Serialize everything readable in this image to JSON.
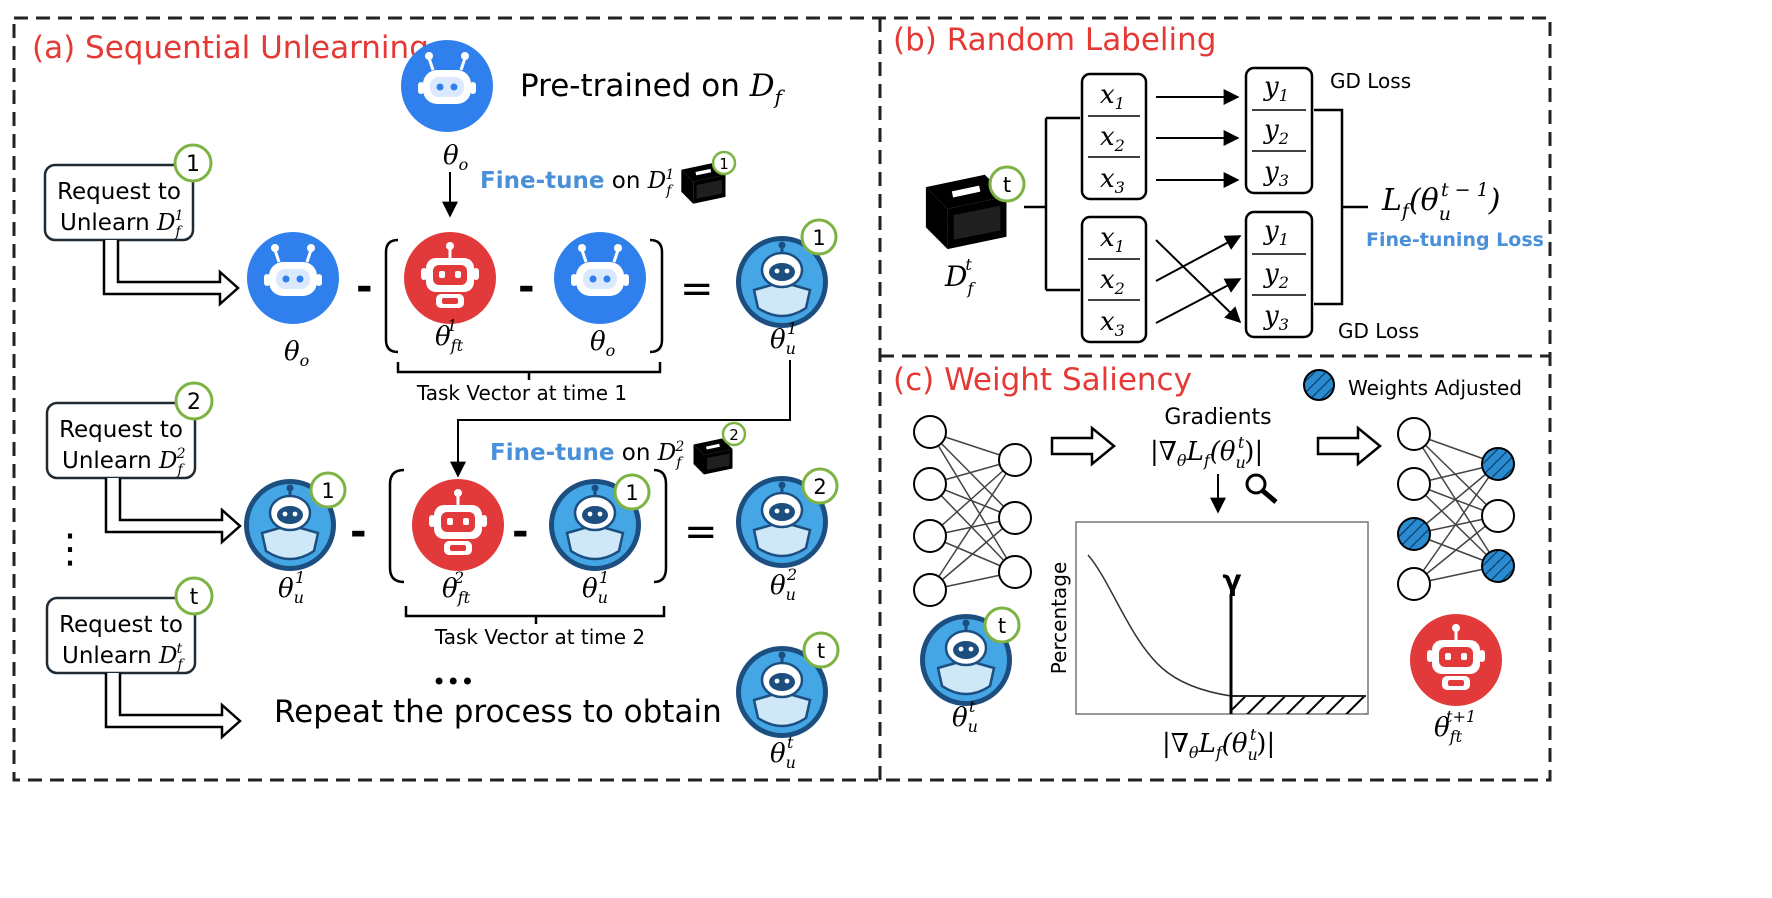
{
  "colors": {
    "title_red": "#e53935",
    "highlight_blue": "#4a90d9",
    "badge_green": "#7cb342",
    "robot_blue": "#2f80ed",
    "robot_red": "#e23a3a",
    "hatch_blue": "#2a8bd1"
  },
  "panel_a": {
    "title": "(a) Sequential Unlearning",
    "pretrained": "Pre-trained on ",
    "pretrained_sym": "D",
    "pretrained_sub": "f",
    "theta_o": "θ",
    "theta_o_sub": "o",
    "finetune_word": "Fine-tune",
    "on_word": " on ",
    "requests": [
      {
        "line1": "Request to",
        "line2": "Unlearn ",
        "sym": "D",
        "sub": "f",
        "sup": "1",
        "badge": "1"
      },
      {
        "line1": "Request to",
        "line2": "Unlearn ",
        "sym": "D",
        "sub": "f",
        "sup": "2",
        "badge": "2"
      },
      {
        "line1": "Request to",
        "line2": "Unlearn ",
        "sym": "D",
        "sub": "f",
        "sup": "t",
        "badge": "t"
      }
    ],
    "task_vec_1": "Task Vector at time 1",
    "task_vec_2": "Task Vector at time 2",
    "repeat": "Repeat the process to obtain",
    "dots": "•••",
    "vdots": "⋮",
    "ops": {
      "minus": "-",
      "equals": "="
    },
    "labels": {
      "ft": "ft",
      "u": "u",
      "o": "o",
      "badge1": "1",
      "badge2": "2",
      "badget": "t"
    }
  },
  "panel_b": {
    "title": "(b) Random Labeling",
    "xs": [
      "x",
      "x",
      "x"
    ],
    "ys": [
      "y",
      "y",
      "y"
    ],
    "subs": [
      "1",
      "2",
      "3"
    ],
    "gd_loss": "GD Loss",
    "loss_main": "L",
    "loss_sub": "f",
    "loss_arg": "(θ",
    "loss_arg_sub": "u",
    "loss_arg_sup": "t − 1",
    "loss_close": ")",
    "finetuning_loss": "Fine-tuning Loss",
    "book_badge": "t",
    "dataset": "D",
    "dataset_sub": "f",
    "dataset_sup": "t"
  },
  "panel_c": {
    "title": "(c) Weight Saliency",
    "weights_adjusted": "Weights Adjusted",
    "gradients": "Gradients",
    "grad_expr": "|∇",
    "grad_theta": "θ",
    "grad_L": "L",
    "grad_f": "f",
    "grad_arg": "(θ",
    "grad_u": "u",
    "grad_t": "t",
    "grad_close": ")|",
    "ylabel": "Percentage",
    "gamma": "γ",
    "xlabel": "|∇",
    "theta_u_t": "θ",
    "theta_ft_next_sup": "t+1",
    "badge": "t"
  }
}
